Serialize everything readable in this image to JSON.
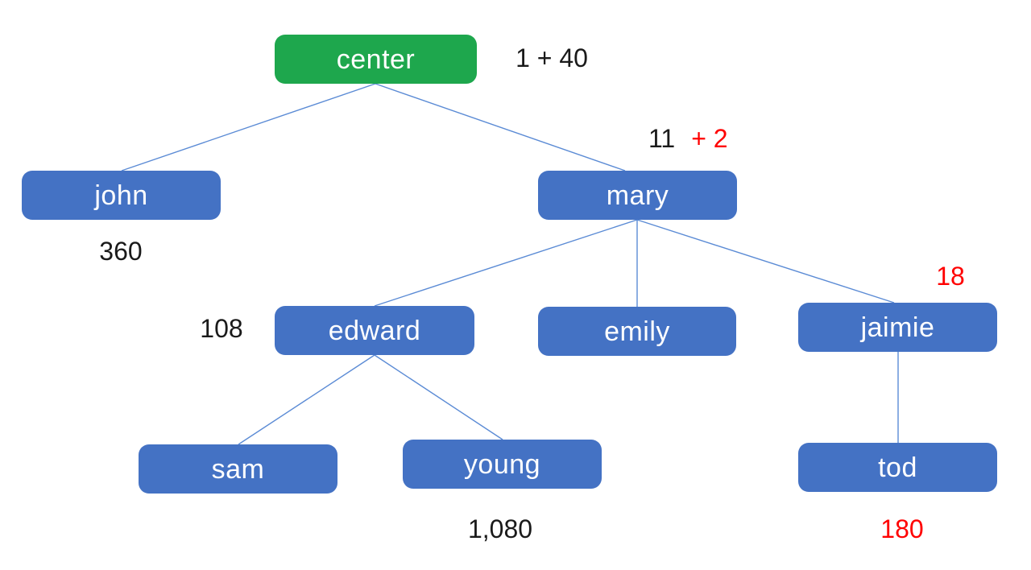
{
  "diagram_title": "family-tree",
  "colors": {
    "background": "#ffffff",
    "center_node": "#1ea74d",
    "member_node": "#4472c4",
    "node_text": "#ffffff",
    "edge": "#5b8bd5",
    "annotation_black": "#1a1a1a",
    "annotation_red": "#ff0000"
  },
  "nodes": [
    {
      "id": "center",
      "label": "center",
      "type": "root"
    },
    {
      "id": "john",
      "label": "john",
      "type": "member"
    },
    {
      "id": "mary",
      "label": "mary",
      "type": "member"
    },
    {
      "id": "edward",
      "label": "edward",
      "type": "member"
    },
    {
      "id": "emily",
      "label": "emily",
      "type": "member"
    },
    {
      "id": "jaimie",
      "label": "jaimie",
      "type": "member"
    },
    {
      "id": "sam",
      "label": "sam",
      "type": "member"
    },
    {
      "id": "young",
      "label": "young",
      "type": "member"
    },
    {
      "id": "tod",
      "label": "tod",
      "type": "member"
    }
  ],
  "edges": [
    {
      "from": "center",
      "to": "john"
    },
    {
      "from": "center",
      "to": "mary"
    },
    {
      "from": "mary",
      "to": "edward"
    },
    {
      "from": "mary",
      "to": "emily"
    },
    {
      "from": "mary",
      "to": "jaimie"
    },
    {
      "from": "edward",
      "to": "sam"
    },
    {
      "from": "edward",
      "to": "young"
    },
    {
      "from": "jaimie",
      "to": "tod"
    }
  ],
  "annotations": {
    "center_value": "1 + 40",
    "mary_value_base": "11",
    "mary_value_added": "+ 2",
    "john_value": "360",
    "edward_value": "108",
    "jaimie_value": "18",
    "young_value": "1,080",
    "tod_value": "180"
  }
}
